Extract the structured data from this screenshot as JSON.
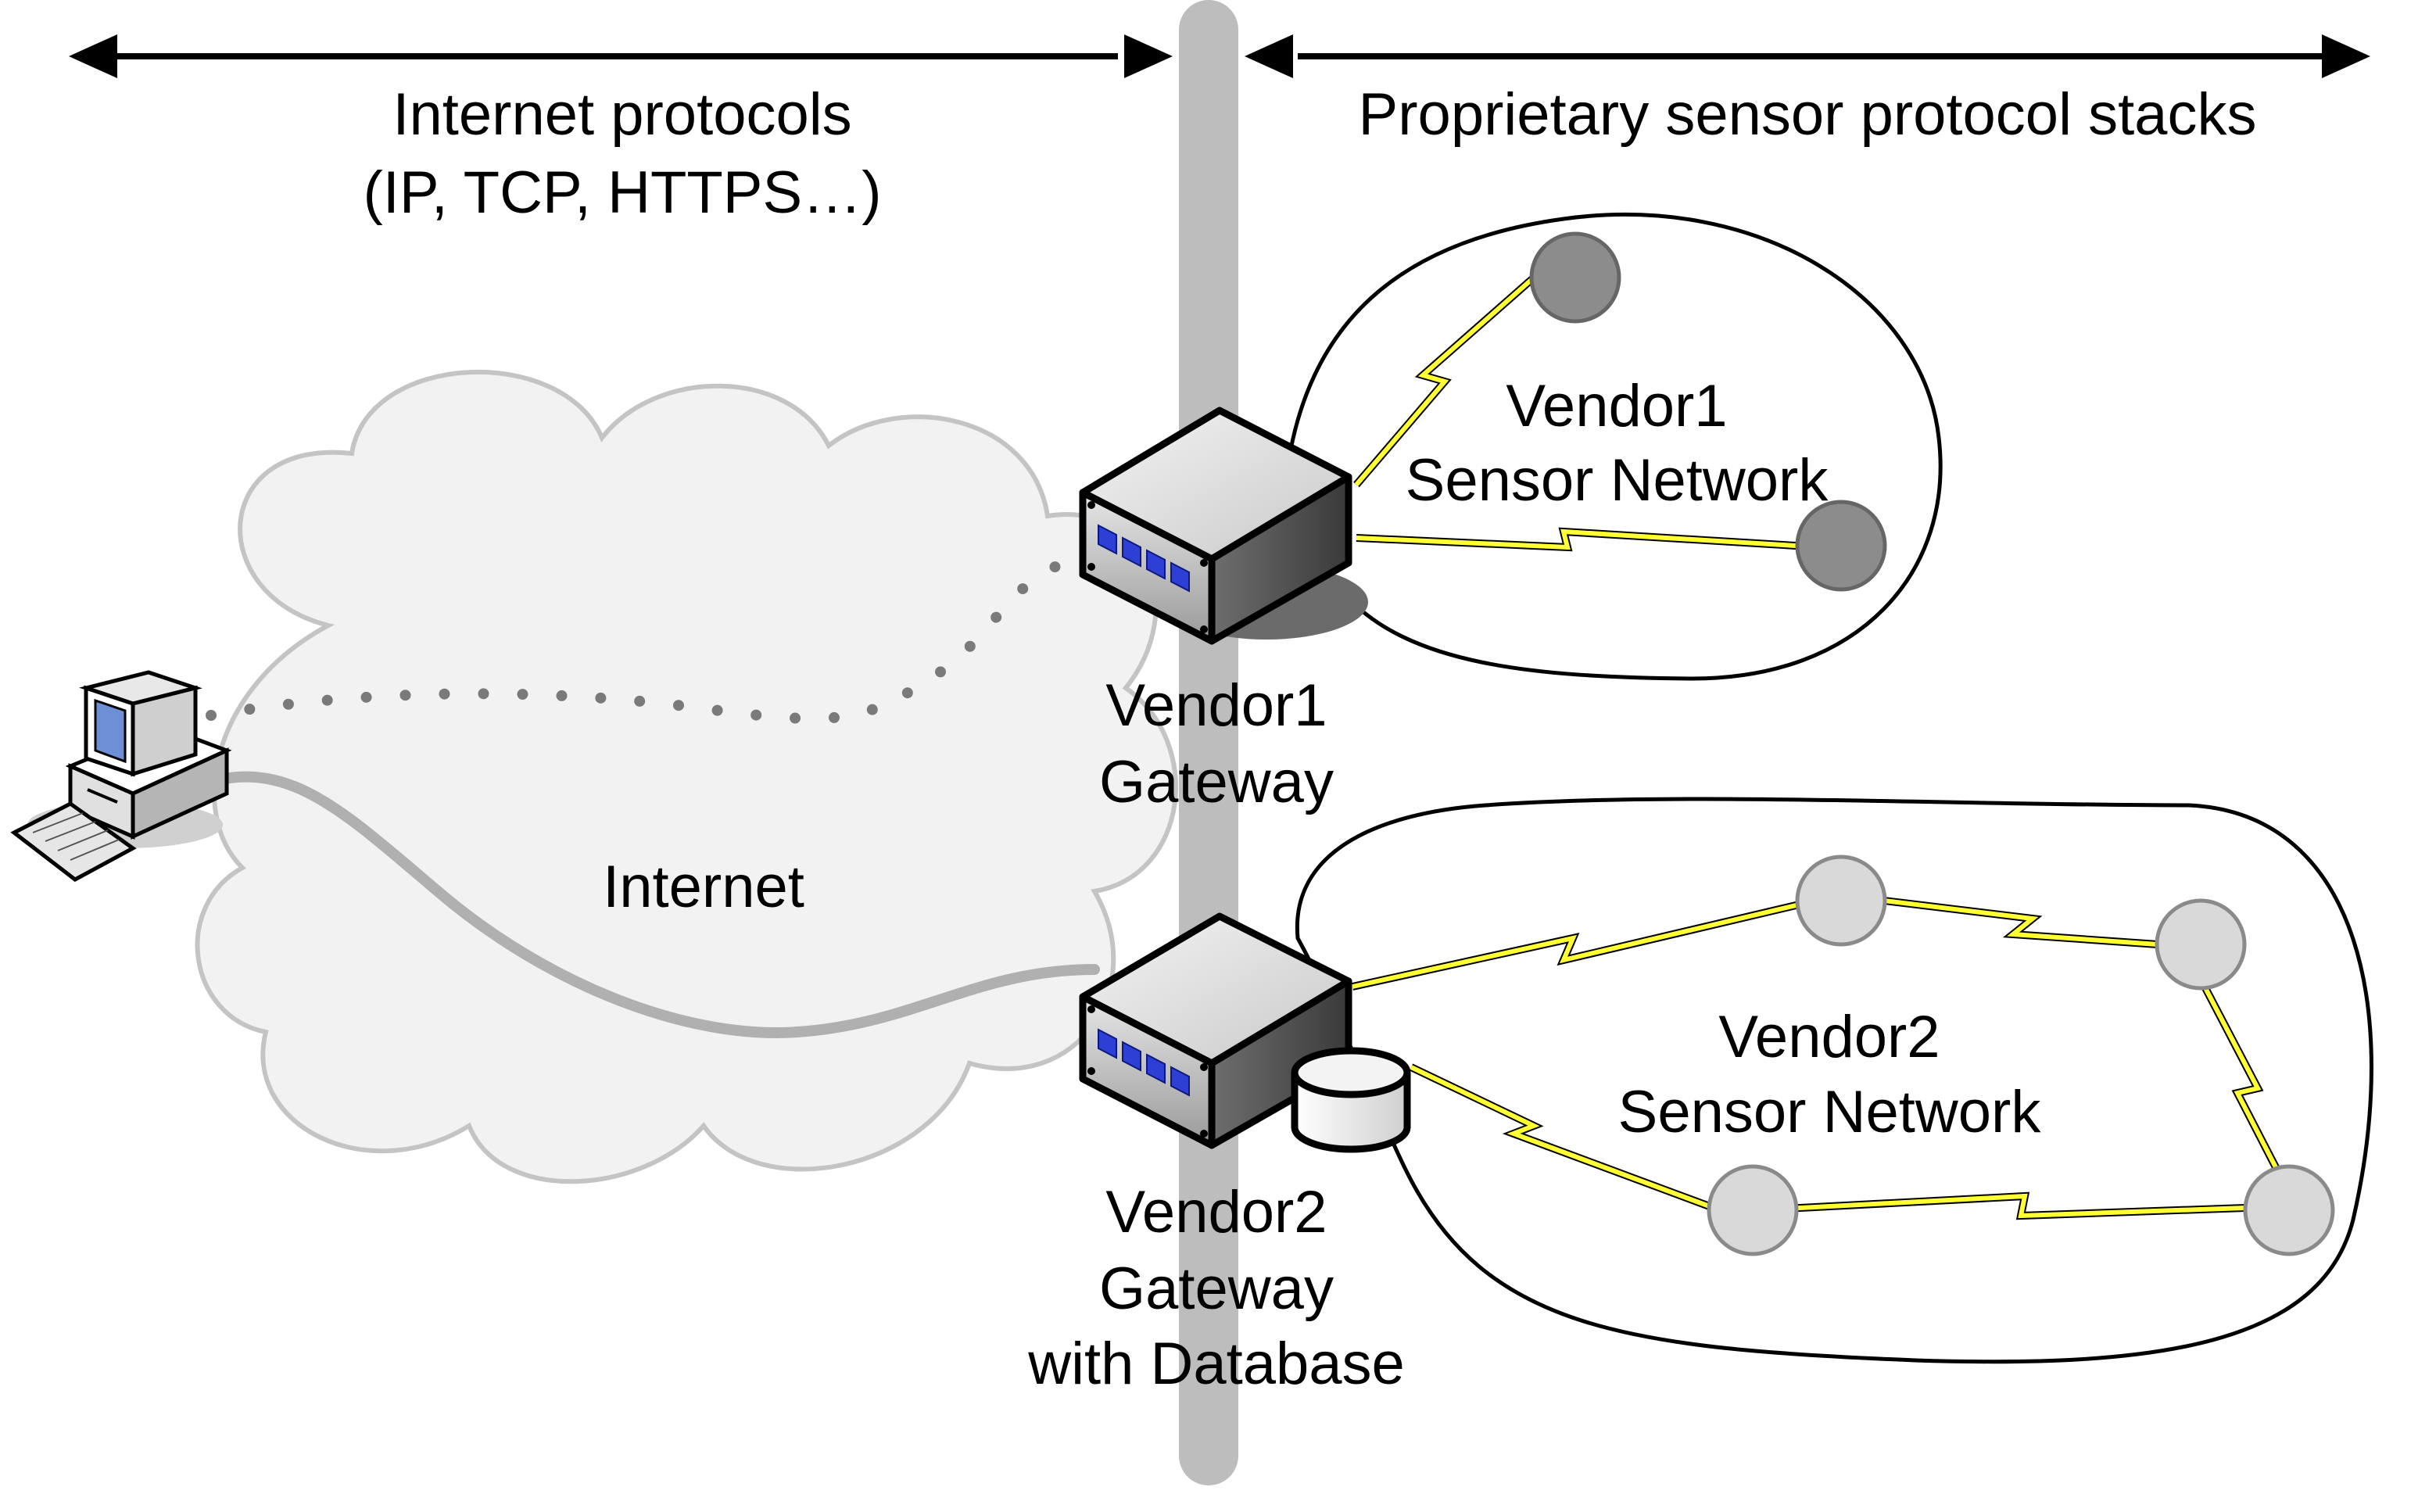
{
  "header": {
    "left_protocols_title": "Internet protocols",
    "left_protocols_subtitle": "(IP, TCP, HTTPS…)",
    "right_protocols_title": "Proprietary sensor protocol stacks"
  },
  "cloud": {
    "label": "Internet"
  },
  "vendor1": {
    "network_label_line1": "Vendor1",
    "network_label_line2": "Sensor Network",
    "gateway_label_line1": "Vendor1",
    "gateway_label_line2": "Gateway"
  },
  "vendor2": {
    "network_label_line1": "Vendor2",
    "network_label_line2": "Sensor Network",
    "gateway_label_line1": "Vendor2",
    "gateway_label_line2": "Gateway",
    "gateway_label_line3": "with Database"
  },
  "colors": {
    "divider": "#bdbdbd",
    "cloud_fill": "#f2f2f2",
    "cloud_stroke": "#c4c4c4",
    "wireless_link": "#ffff33",
    "vendor1_node": "#8c8c8c",
    "vendor2_node": "#d9d9d9",
    "gateway_ports": "#2e3fd6"
  },
  "icons": {
    "client": "desktop-computer-icon",
    "gateway": "gateway-box-icon",
    "database": "database-cylinder-icon",
    "sensor": "sensor-node-icon",
    "link": "wireless-lightning-icon"
  }
}
